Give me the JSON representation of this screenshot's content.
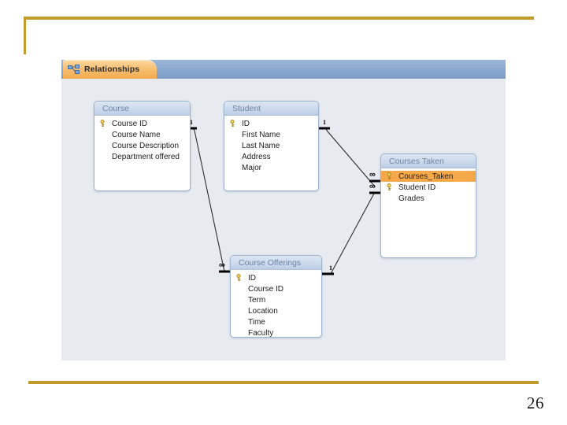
{
  "slide": {
    "page_number": "26",
    "accent_color": "#C19B2B"
  },
  "window": {
    "tab_label": "Relationships",
    "tab_icon": "relationships-icon",
    "titlebar_color": "#88A6CC",
    "canvas_color": "#E7EBF0"
  },
  "diagram": {
    "type": "entity-relationship",
    "tables": [
      {
        "id": "course",
        "title": "Course",
        "fields": [
          {
            "name": "Course ID",
            "key": true,
            "selected": false
          },
          {
            "name": "Course Name",
            "key": false,
            "selected": false
          },
          {
            "name": "Course Description",
            "key": false,
            "selected": false
          },
          {
            "name": "Department offered",
            "key": false,
            "selected": false
          }
        ]
      },
      {
        "id": "student",
        "title": "Student",
        "fields": [
          {
            "name": "ID",
            "key": true,
            "selected": false
          },
          {
            "name": "First Name",
            "key": false,
            "selected": false
          },
          {
            "name": "Last Name",
            "key": false,
            "selected": false
          },
          {
            "name": "Address",
            "key": false,
            "selected": false
          },
          {
            "name": "Major",
            "key": false,
            "selected": false
          }
        ]
      },
      {
        "id": "courses-taken",
        "title": "Courses Taken",
        "fields": [
          {
            "name": "Courses_Taken",
            "key": true,
            "selected": true
          },
          {
            "name": "Student ID",
            "key": true,
            "selected": false
          },
          {
            "name": "Grades",
            "key": false,
            "selected": false
          }
        ]
      },
      {
        "id": "course-offerings",
        "title": "Course Offerings",
        "fields": [
          {
            "name": "ID",
            "key": true,
            "selected": false
          },
          {
            "name": "Course ID",
            "key": false,
            "selected": false
          },
          {
            "name": "Term",
            "key": false,
            "selected": false
          },
          {
            "name": "Location",
            "key": false,
            "selected": false
          },
          {
            "name": "Time",
            "key": false,
            "selected": false
          },
          {
            "name": "Faculty",
            "key": false,
            "selected": false
          }
        ]
      }
    ],
    "relationships": [
      {
        "id": "course-to-offerings",
        "from": "course",
        "to": "course-offerings",
        "from_label": "1",
        "to_label": "∞"
      },
      {
        "id": "student-to-courses-taken",
        "from": "student",
        "to": "courses-taken",
        "from_label": "1",
        "to_label": "∞"
      },
      {
        "id": "offerings-to-courses-taken",
        "from": "course-offerings",
        "to": "courses-taken",
        "from_label": "1",
        "to_label": "∞"
      }
    ],
    "labels": {
      "one": "1",
      "many": "∞"
    },
    "selected_field_color": "#F7A949"
  }
}
